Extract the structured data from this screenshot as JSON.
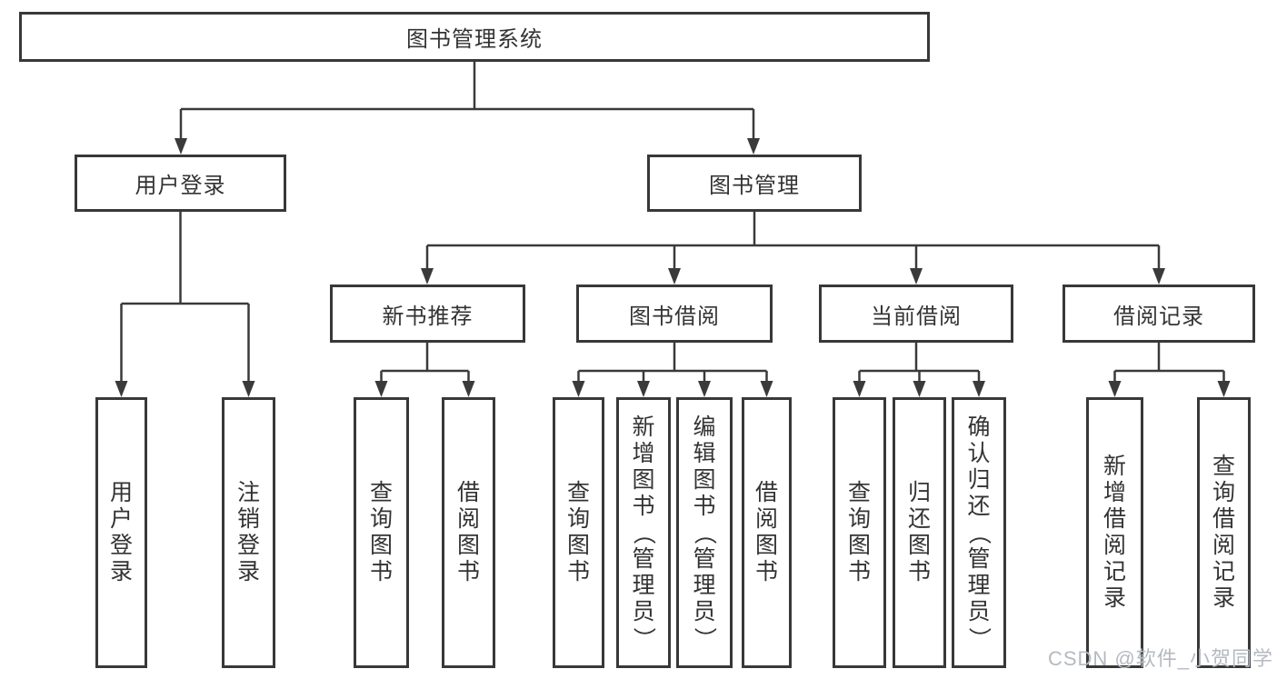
{
  "chart": {
    "root": {
      "label": "图书管理系统"
    },
    "branches": [
      {
        "label": "用户登录",
        "children": [
          {
            "label": "用户登录"
          },
          {
            "label": "注销登录"
          }
        ]
      },
      {
        "label": "图书管理",
        "children": [
          {
            "label": "新书推荐",
            "children": [
              {
                "label": "查询图书"
              },
              {
                "label": "借阅图书"
              }
            ]
          },
          {
            "label": "图书借阅",
            "children": [
              {
                "label": "查询图书"
              },
              {
                "label": "新增图书（管理员）"
              },
              {
                "label": "编辑图书（管理员）"
              },
              {
                "label": "借阅图书"
              }
            ]
          },
          {
            "label": "当前借阅",
            "children": [
              {
                "label": "查询图书"
              },
              {
                "label": "归还图书"
              },
              {
                "label": "确认归还（管理员）"
              }
            ]
          },
          {
            "label": "借阅记录",
            "children": [
              {
                "label": "新增借阅记录"
              },
              {
                "label": "查询借阅记录"
              }
            ]
          }
        ]
      }
    ]
  },
  "watermark": "CSDN @软件_小贺同学",
  "colors": {
    "line": "#3a3a3a",
    "border": "#383838",
    "text": "#333333",
    "watermark": "#b5bac0",
    "background": "#ffffff"
  }
}
